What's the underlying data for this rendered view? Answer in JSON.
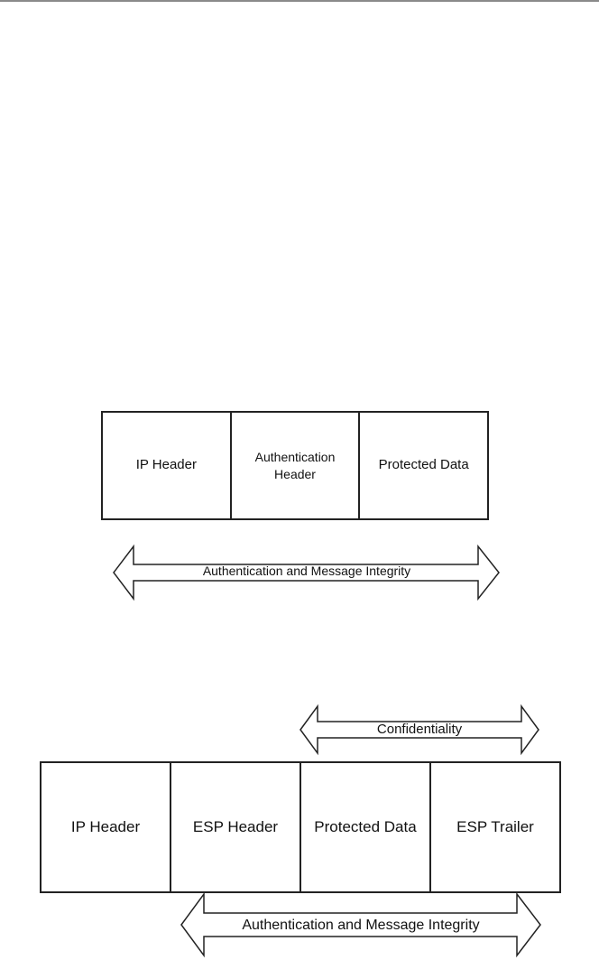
{
  "diagram": {
    "ah_packet": {
      "cells": [
        "IP Header",
        "Authentication\nHeader",
        "Protected Data"
      ],
      "arrow_label": "Authentication and Message Integrity"
    },
    "esp_packet": {
      "confidentiality_label": "Confidentiality",
      "cells": [
        "IP Header",
        "ESP Header",
        "Protected Data",
        "ESP Trailer"
      ],
      "arrow_label": "Authentication and Message Integrity"
    }
  }
}
